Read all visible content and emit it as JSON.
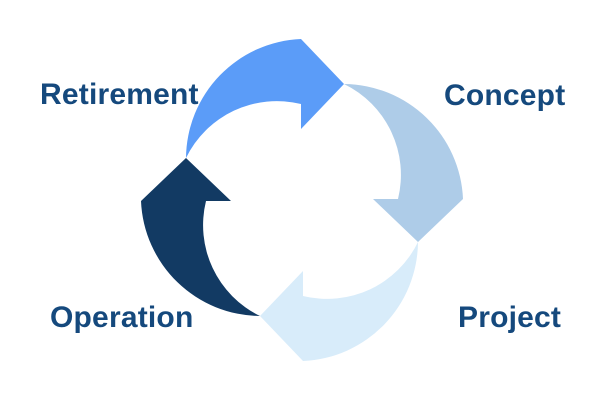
{
  "cycle_diagram": {
    "background_color": "#FFFFFF",
    "label_color": "#15497D",
    "direction": "clockwise",
    "labels": {
      "top_left": "Retirement",
      "top_right": "Concept",
      "bottom_right": "Project",
      "bottom_left": "Operation"
    },
    "arrows": [
      {
        "name": "top-arrow",
        "from": "Retirement",
        "to": "Concept",
        "color": "#5B9CF8"
      },
      {
        "name": "right-arrow",
        "from": "Concept",
        "to": "Project",
        "color": "#AECCE8"
      },
      {
        "name": "bottom-arrow",
        "from": "Project",
        "to": "Operation",
        "color": "#D8ECFA"
      },
      {
        "name": "left-arrow",
        "from": "Operation",
        "to": "Retirement",
        "color": "#123A63"
      }
    ]
  }
}
